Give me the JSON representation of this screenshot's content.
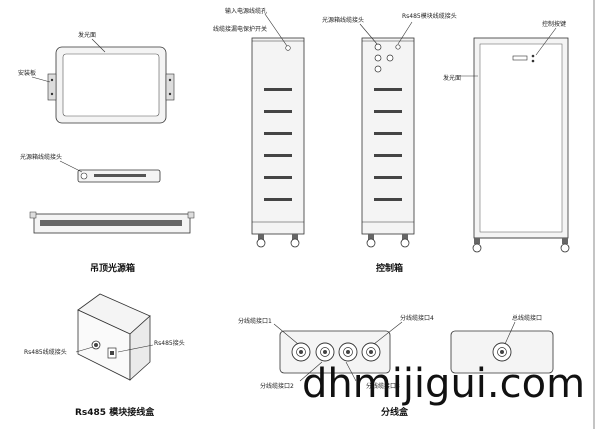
{
  "ceiling_light_box": {
    "title": "吊顶光源箱",
    "label_panel": "发光面",
    "label_bracket": "安装板",
    "label_connector": "光源箱线缆接头"
  },
  "control_box": {
    "title": "控制箱",
    "label_power_hole": "输入电源线缆孔",
    "label_leakage_switch": "线缆接漏电保护开关",
    "label_light_connector": "光源箱线缆接头",
    "label_rs485_connector": "Rs485模块线缆接头",
    "label_control_button": "控制按键",
    "label_light_panel": "发光面"
  },
  "rs485_box": {
    "title": "Rs485 模块接线盒",
    "label_left": "Rs485线缆接头",
    "label_right": "Rs485接头"
  },
  "junction_box": {
    "title": "分线盒",
    "label_port1": "分线缆接口1",
    "label_port2": "分线缆接口2",
    "label_port3": "分线缆接口3",
    "label_port4": "分线缆接口4",
    "label_main_port": "总线缆接口"
  },
  "watermark": "dhmijigui.com"
}
